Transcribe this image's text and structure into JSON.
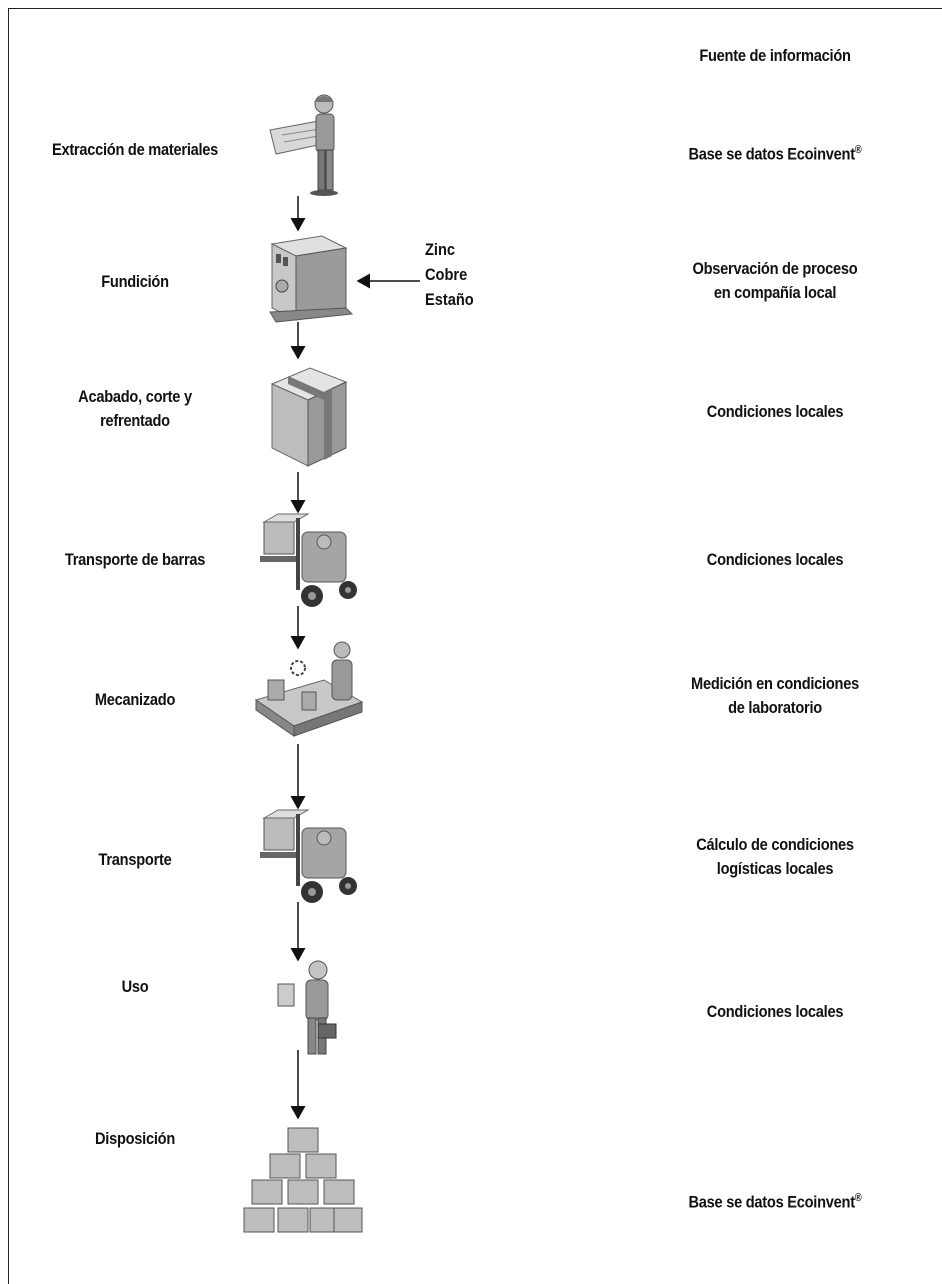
{
  "header": {
    "source_title": "Fuente de información"
  },
  "steps": [
    {
      "label": [
        "Extracción de materiales"
      ],
      "source": [
        "Base se datos Ecoinvent"
      ],
      "source_reg": "®",
      "icon": "engineer-with-blueprint-icon"
    },
    {
      "label": [
        "Fundición"
      ],
      "source": [
        "Observación de proceso",
        "en compañía local"
      ],
      "icon": "furnace-machine-icon"
    },
    {
      "label": [
        "Acabado, corte y",
        "refrentado"
      ],
      "source": [
        "Condiciones locales"
      ],
      "icon": "box-icon"
    },
    {
      "label": [
        "Transporte de barras"
      ],
      "source": [
        "Condiciones locales"
      ],
      "icon": "forklift-icon"
    },
    {
      "label": [
        "Mecanizado"
      ],
      "source": [
        "Medición en condiciones",
        "de laboratorio"
      ],
      "icon": "assembly-line-worker-icon"
    },
    {
      "label": [
        "Transporte"
      ],
      "source": [
        "Cálculo de condiciones",
        "logísticas locales"
      ],
      "icon": "forklift-icon"
    },
    {
      "label": [
        "Uso"
      ],
      "source": [
        "Condiciones locales"
      ],
      "icon": "person-with-briefcase-icon"
    },
    {
      "label": [
        "Disposición"
      ],
      "source": [
        "Base se datos Ecoinvent"
      ],
      "source_reg": "®",
      "icon": "stacked-boxes-icon"
    }
  ],
  "inputs": [
    "Zinc",
    "Cobre",
    "Estaño"
  ]
}
